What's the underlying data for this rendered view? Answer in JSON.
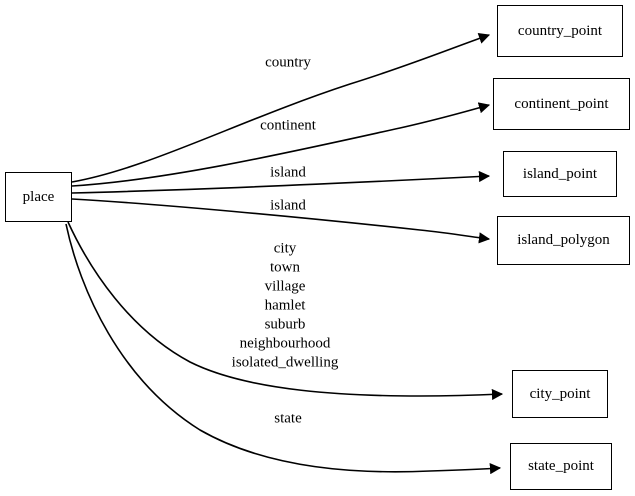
{
  "diagram": {
    "type": "directed-graph",
    "background_color": "#ffffff",
    "stroke_color": "#000000",
    "text_color": "#000000",
    "source_node": {
      "id": "place",
      "label": "place"
    },
    "target_nodes": [
      {
        "id": "country_point",
        "label": "country_point"
      },
      {
        "id": "continent_point",
        "label": "continent_point"
      },
      {
        "id": "island_point",
        "label": "island_point"
      },
      {
        "id": "island_polygon",
        "label": "island_polygon"
      },
      {
        "id": "city_point",
        "label": "city_point"
      },
      {
        "id": "state_point",
        "label": "state_point"
      }
    ],
    "edges": [
      {
        "from": "place",
        "to": "country_point",
        "label": "country"
      },
      {
        "from": "place",
        "to": "continent_point",
        "label": "continent"
      },
      {
        "from": "place",
        "to": "island_point",
        "label": "island"
      },
      {
        "from": "place",
        "to": "island_polygon",
        "label": "island"
      },
      {
        "from": "place",
        "to": "city_point",
        "label": "city\ntown\nvillage\nhamlet\nsuburb\nneighbourhood\nisolated_dwelling"
      },
      {
        "from": "place",
        "to": "state_point",
        "label": "state"
      }
    ]
  }
}
